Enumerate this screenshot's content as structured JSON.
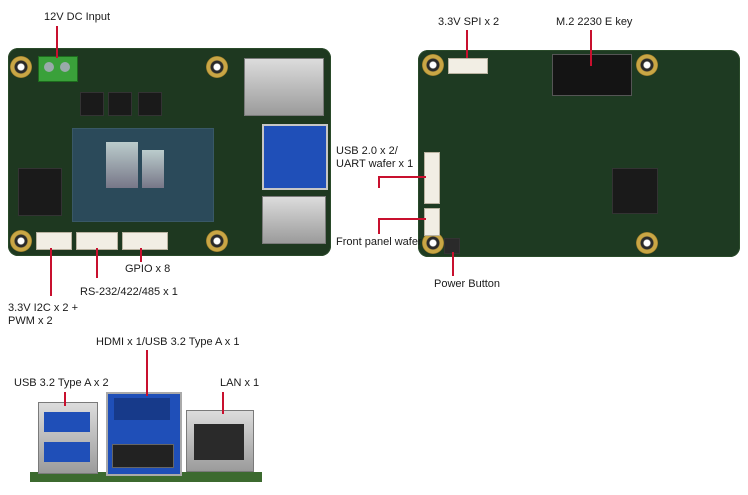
{
  "labels": {
    "dc_input": "12V DC Input",
    "i2c_pwm": "3.3V I2C x 2 + PWM x 2",
    "rs232": "RS-232/422/485 x 1",
    "gpio": "GPIO x 8",
    "spi": "3.3V SPI x 2",
    "m2": "M.2 2230 E key",
    "usb_uart": "USB 2.0 x 2/ UART wafer x 1",
    "front_panel": "Front panel wafer",
    "power_button": "Power Button",
    "hdmi_usb": "HDMI x 1/USB 3.2 Type A  x 1",
    "usb32": "USB 3.2 Type A x 2",
    "lan": "LAN x 1"
  },
  "colors": {
    "pcb": "#1f3a20",
    "leader": "#c8102e",
    "usb_blue": "#1f4fb8",
    "terminal_green": "#3aa13a"
  }
}
